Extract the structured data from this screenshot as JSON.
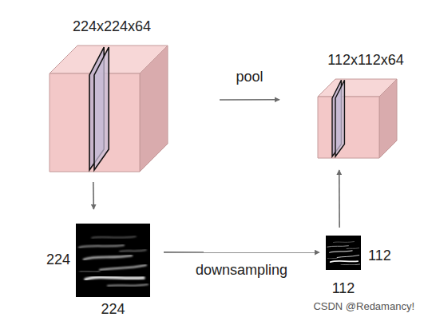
{
  "diagram": {
    "nodes": [
      {
        "text": [
          "224x224x64"
        ]
      },
      {
        "text": [
          "112x112x64"
        ]
      },
      {
        "text": [
          "224",
          "224"
        ]
      },
      {
        "text": [
          "112",
          "112"
        ]
      }
    ],
    "edges": [
      {
        "from": 0,
        "to": 1,
        "label": "pool",
        "arrow": "to"
      },
      {
        "from": 0,
        "to": 2,
        "arrow": "to"
      },
      {
        "from": 2,
        "to": 3,
        "label": "downsampling",
        "arrow": "to"
      },
      {
        "from": 3,
        "to": 1,
        "arrow": "to"
      }
    ],
    "labels": [
      "CSDN @Redamancy!"
    ]
  }
}
